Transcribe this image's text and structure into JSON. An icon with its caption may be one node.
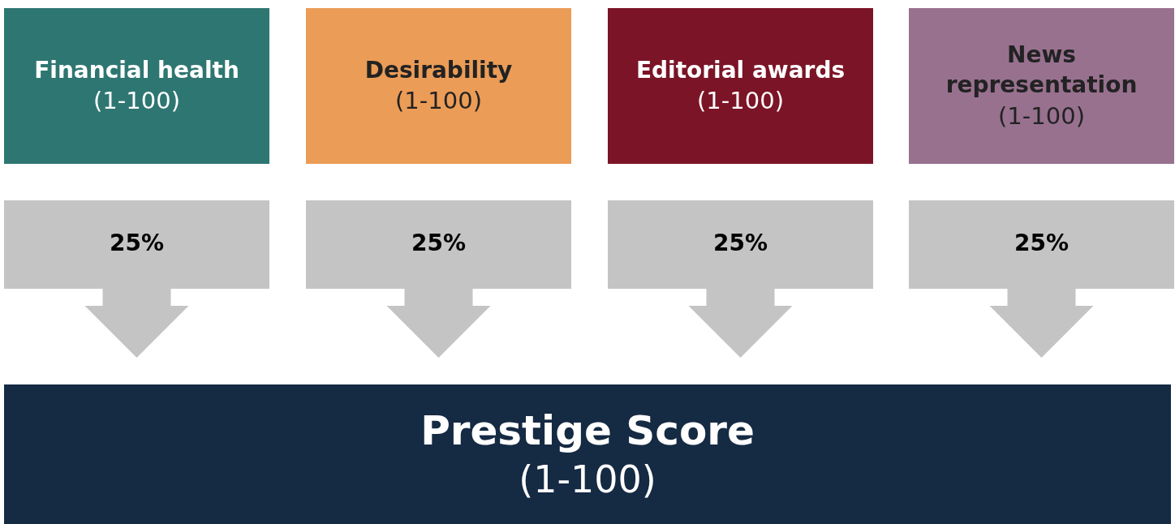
{
  "diagram": {
    "nodes": [
      {
        "text": [
          "Financial health",
          "(1-100)"
        ]
      },
      {
        "text": [
          "Desirability",
          "(1-100)"
        ]
      },
      {
        "text": [
          "Editorial awards",
          "(1-100)"
        ]
      },
      {
        "text": [
          "News representation",
          "(1-100)"
        ]
      },
      {
        "text": [
          "25%"
        ]
      },
      {
        "text": [
          "25%"
        ]
      },
      {
        "text": [
          "25%"
        ]
      },
      {
        "text": [
          "25%"
        ]
      },
      {
        "text": [
          "Prestige Score",
          "(1-100)"
        ]
      }
    ]
  }
}
